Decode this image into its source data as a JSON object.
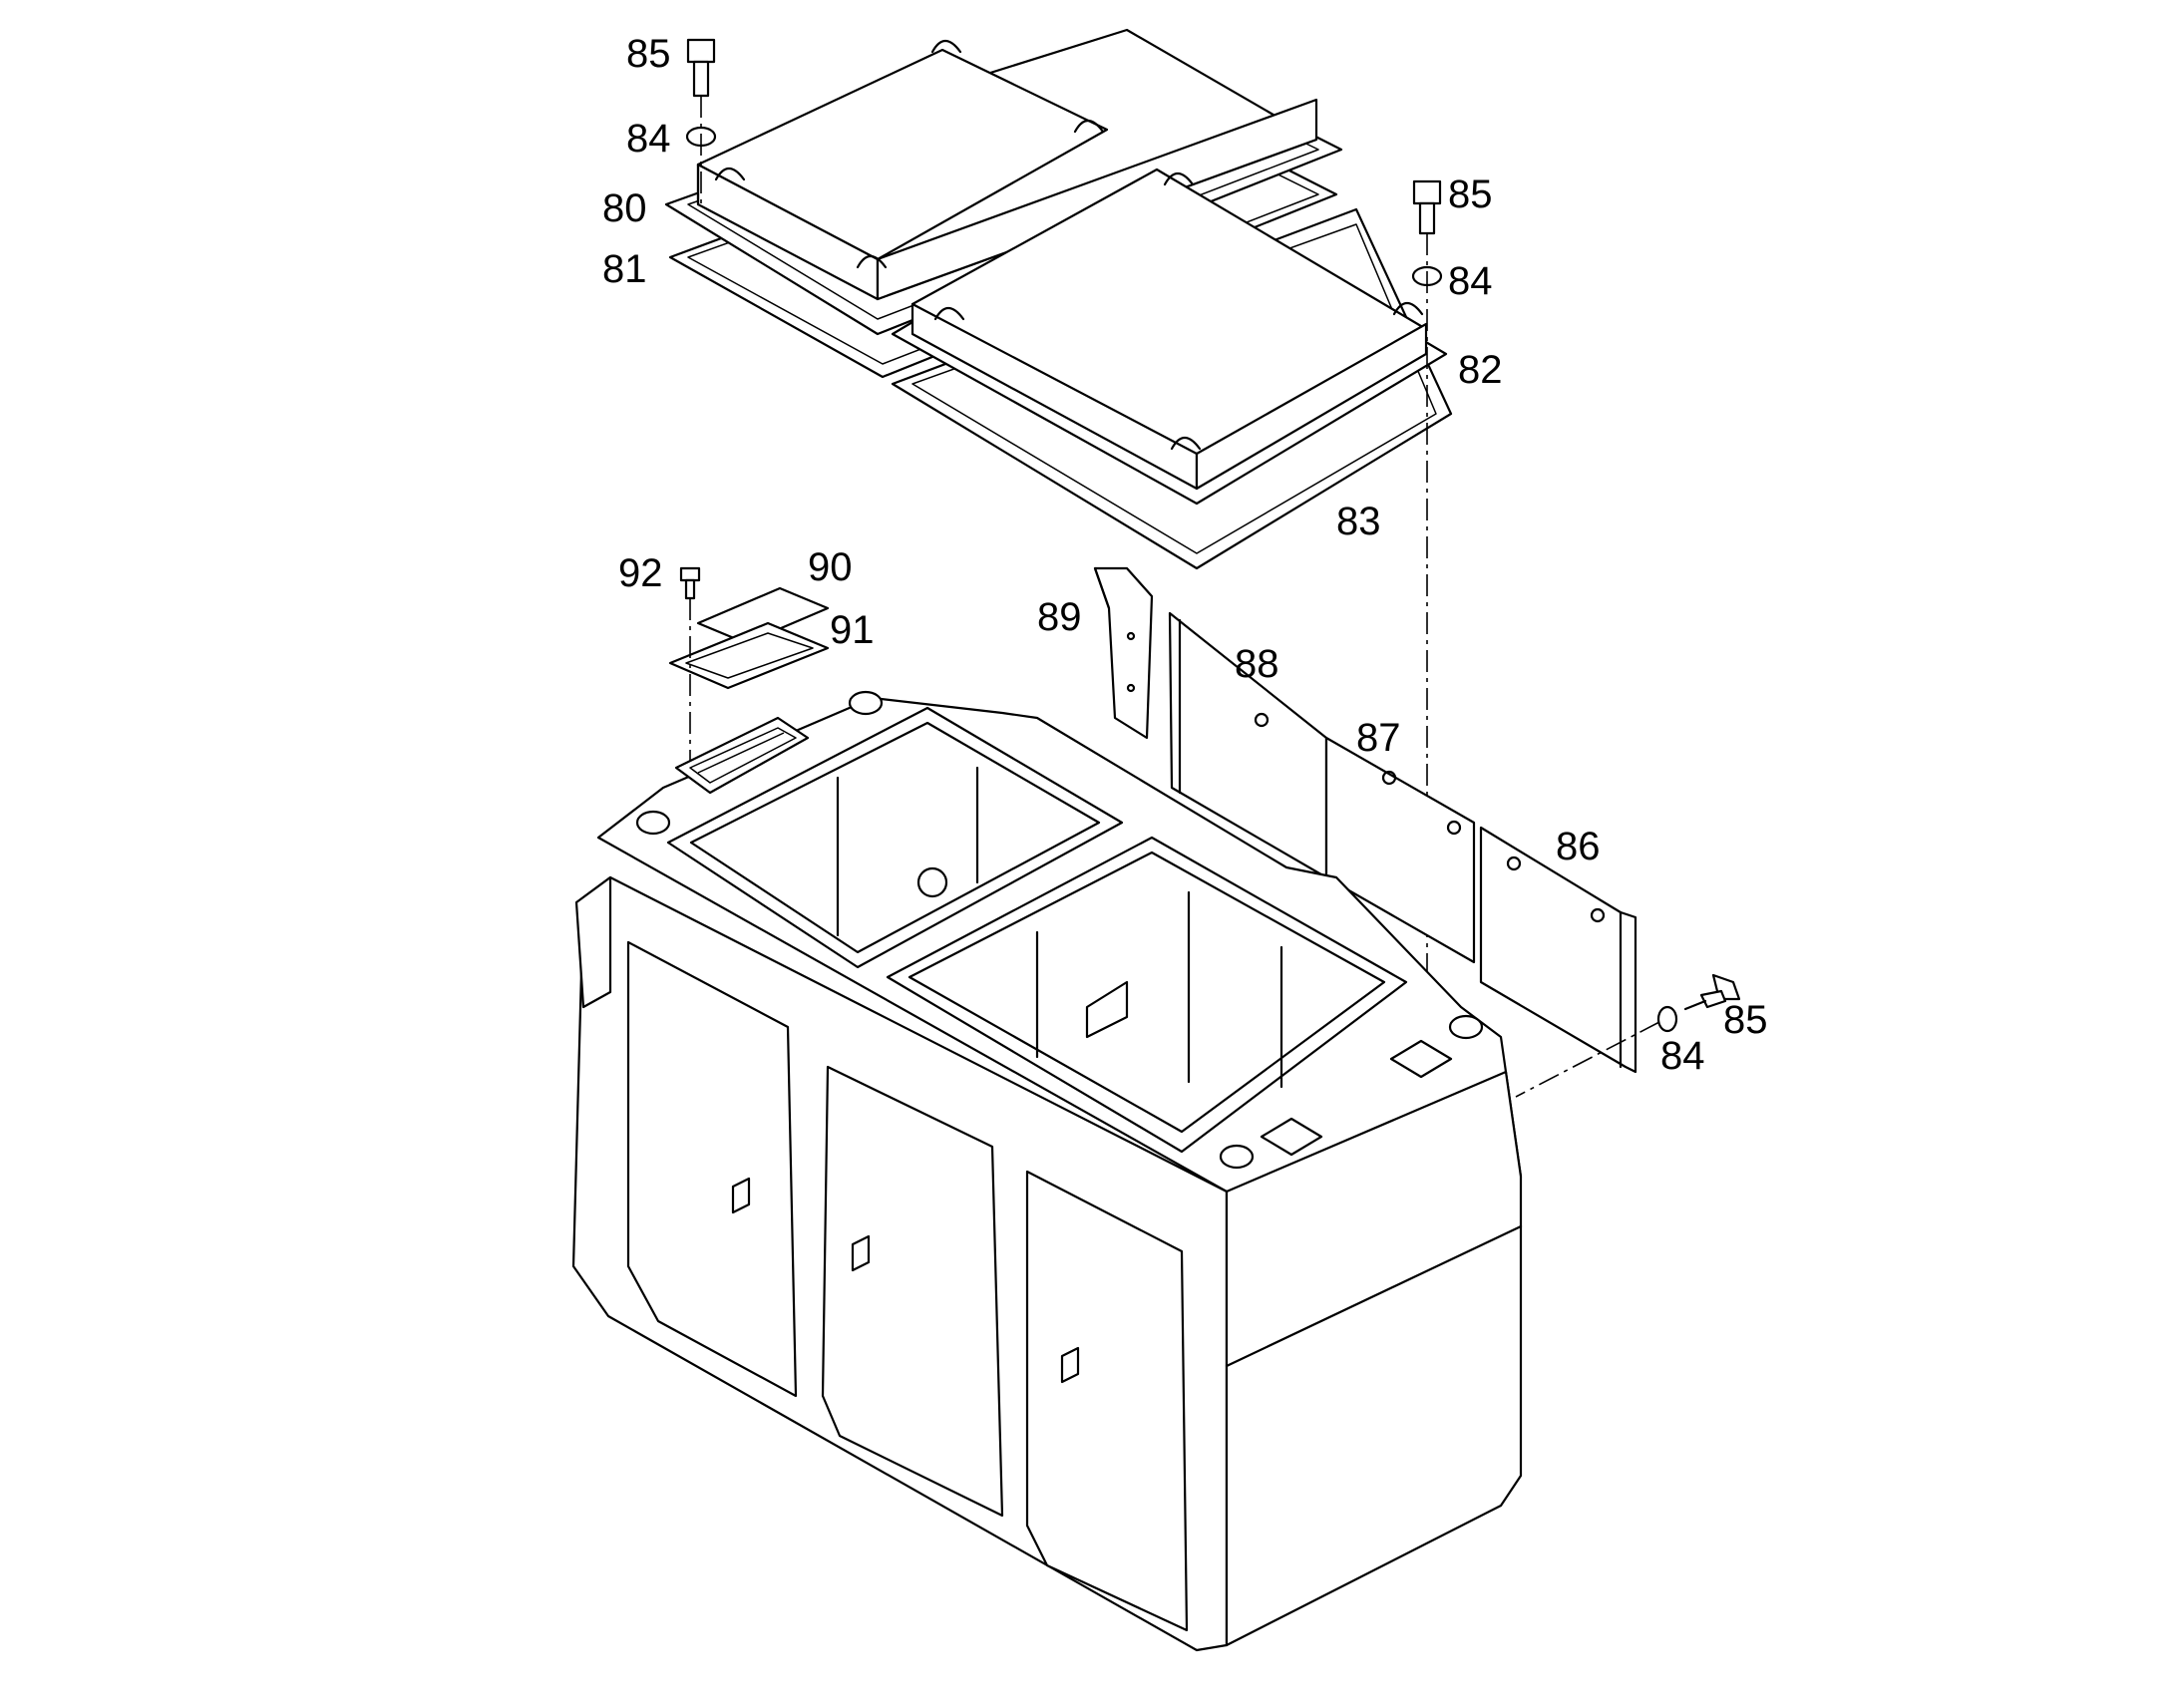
{
  "labels": {
    "l85a": "85",
    "l84a": "84",
    "l80": "80",
    "l81": "81",
    "l85b": "85",
    "l84b": "84",
    "l82": "82",
    "l83": "83",
    "l92": "92",
    "l90": "90",
    "l91": "91",
    "l89": "89",
    "l88": "88",
    "l87": "87",
    "l86": "86",
    "l85c": "85",
    "l84c": "84"
  }
}
